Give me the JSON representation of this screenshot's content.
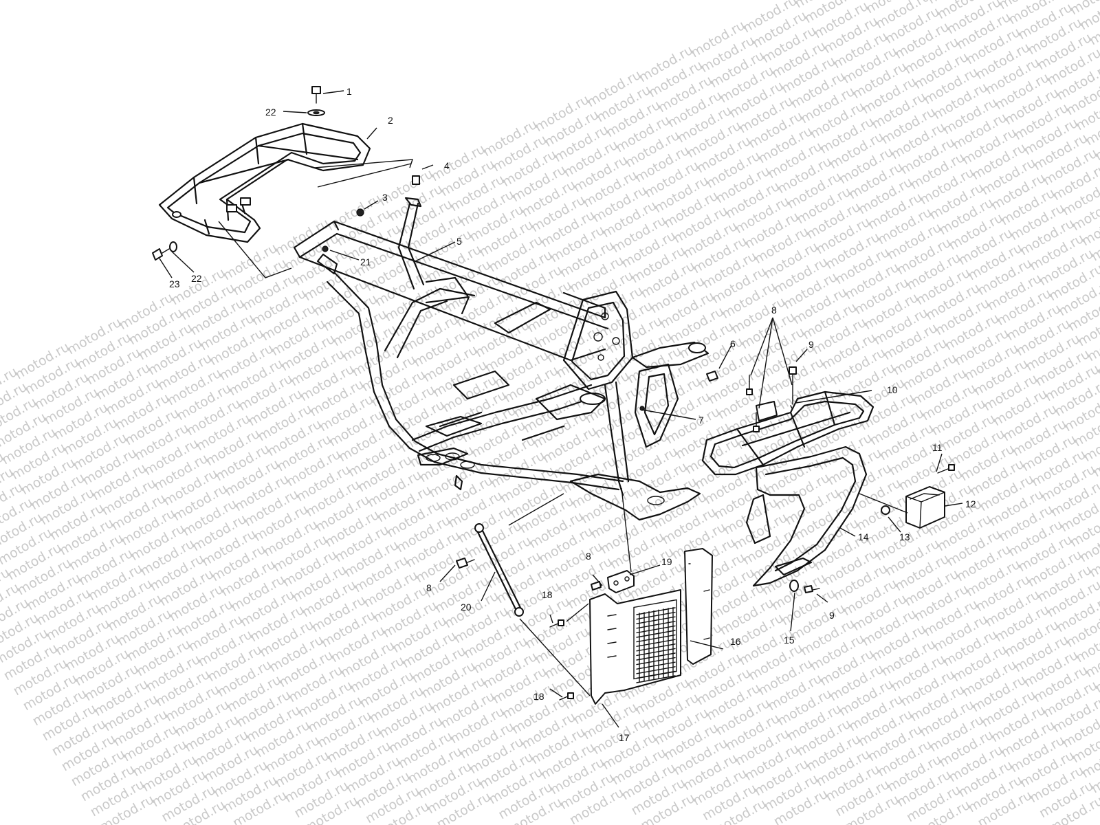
{
  "watermark": "motod.ru",
  "callouts": [
    "1",
    "22",
    "2",
    "4",
    "3",
    "5",
    "21",
    "22",
    "23",
    "6",
    "8",
    "9",
    "10",
    "7",
    "11",
    "12",
    "13",
    "14",
    "8",
    "19",
    "20",
    "18",
    "16",
    "15",
    "9",
    "18",
    "17",
    "8"
  ]
}
